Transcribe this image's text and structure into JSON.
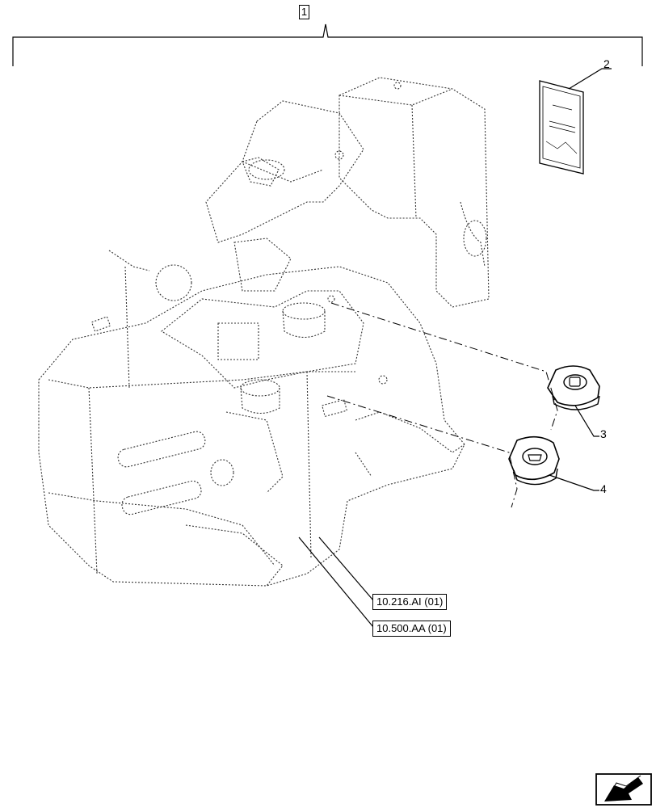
{
  "assembly": {
    "item_number": "1"
  },
  "items": [
    {
      "number": "2",
      "icon": "manual-booklet-icon"
    },
    {
      "number": "3",
      "icon": "fuel-cap-icon"
    },
    {
      "number": "4",
      "icon": "def-cap-icon"
    }
  ],
  "references": [
    {
      "label": "10.216.AI (01)"
    },
    {
      "label": "10.500.AA (01)"
    }
  ],
  "nav": {
    "icon": "next-page-arrow-icon"
  }
}
